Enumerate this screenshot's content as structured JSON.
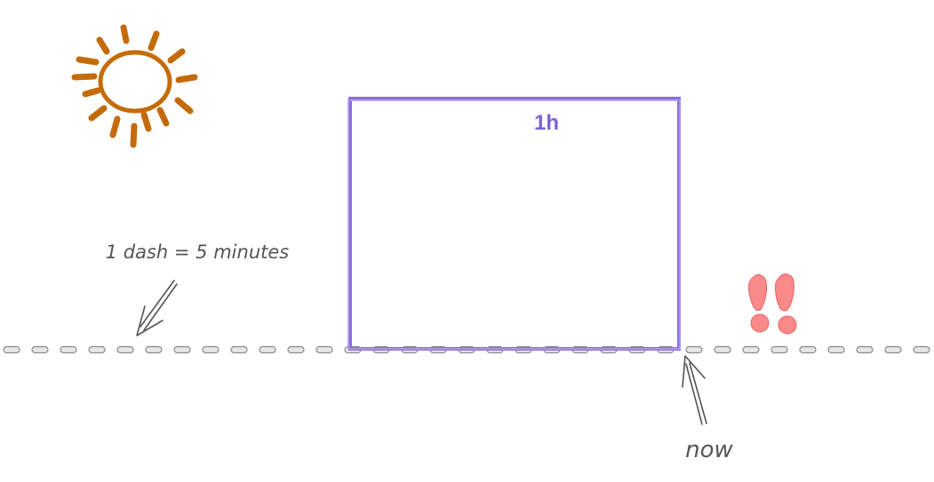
{
  "labels": {
    "duration": "1h",
    "legend": "1 dash = 5 minutes",
    "marker": "now"
  },
  "icons": {
    "sun": "sun-icon",
    "warning": "double-exclamation-icon"
  },
  "timeline": {
    "dash_minutes": 5,
    "block_minutes": 60
  },
  "colors": {
    "sun": "#c46b08",
    "block": "#8a6fe0",
    "block_label": "#7b62d6",
    "dash_fill": "#e6e6e6",
    "dash_stroke": "#8c8c8c",
    "warning": "#fa8a8a",
    "text": "#555555"
  }
}
